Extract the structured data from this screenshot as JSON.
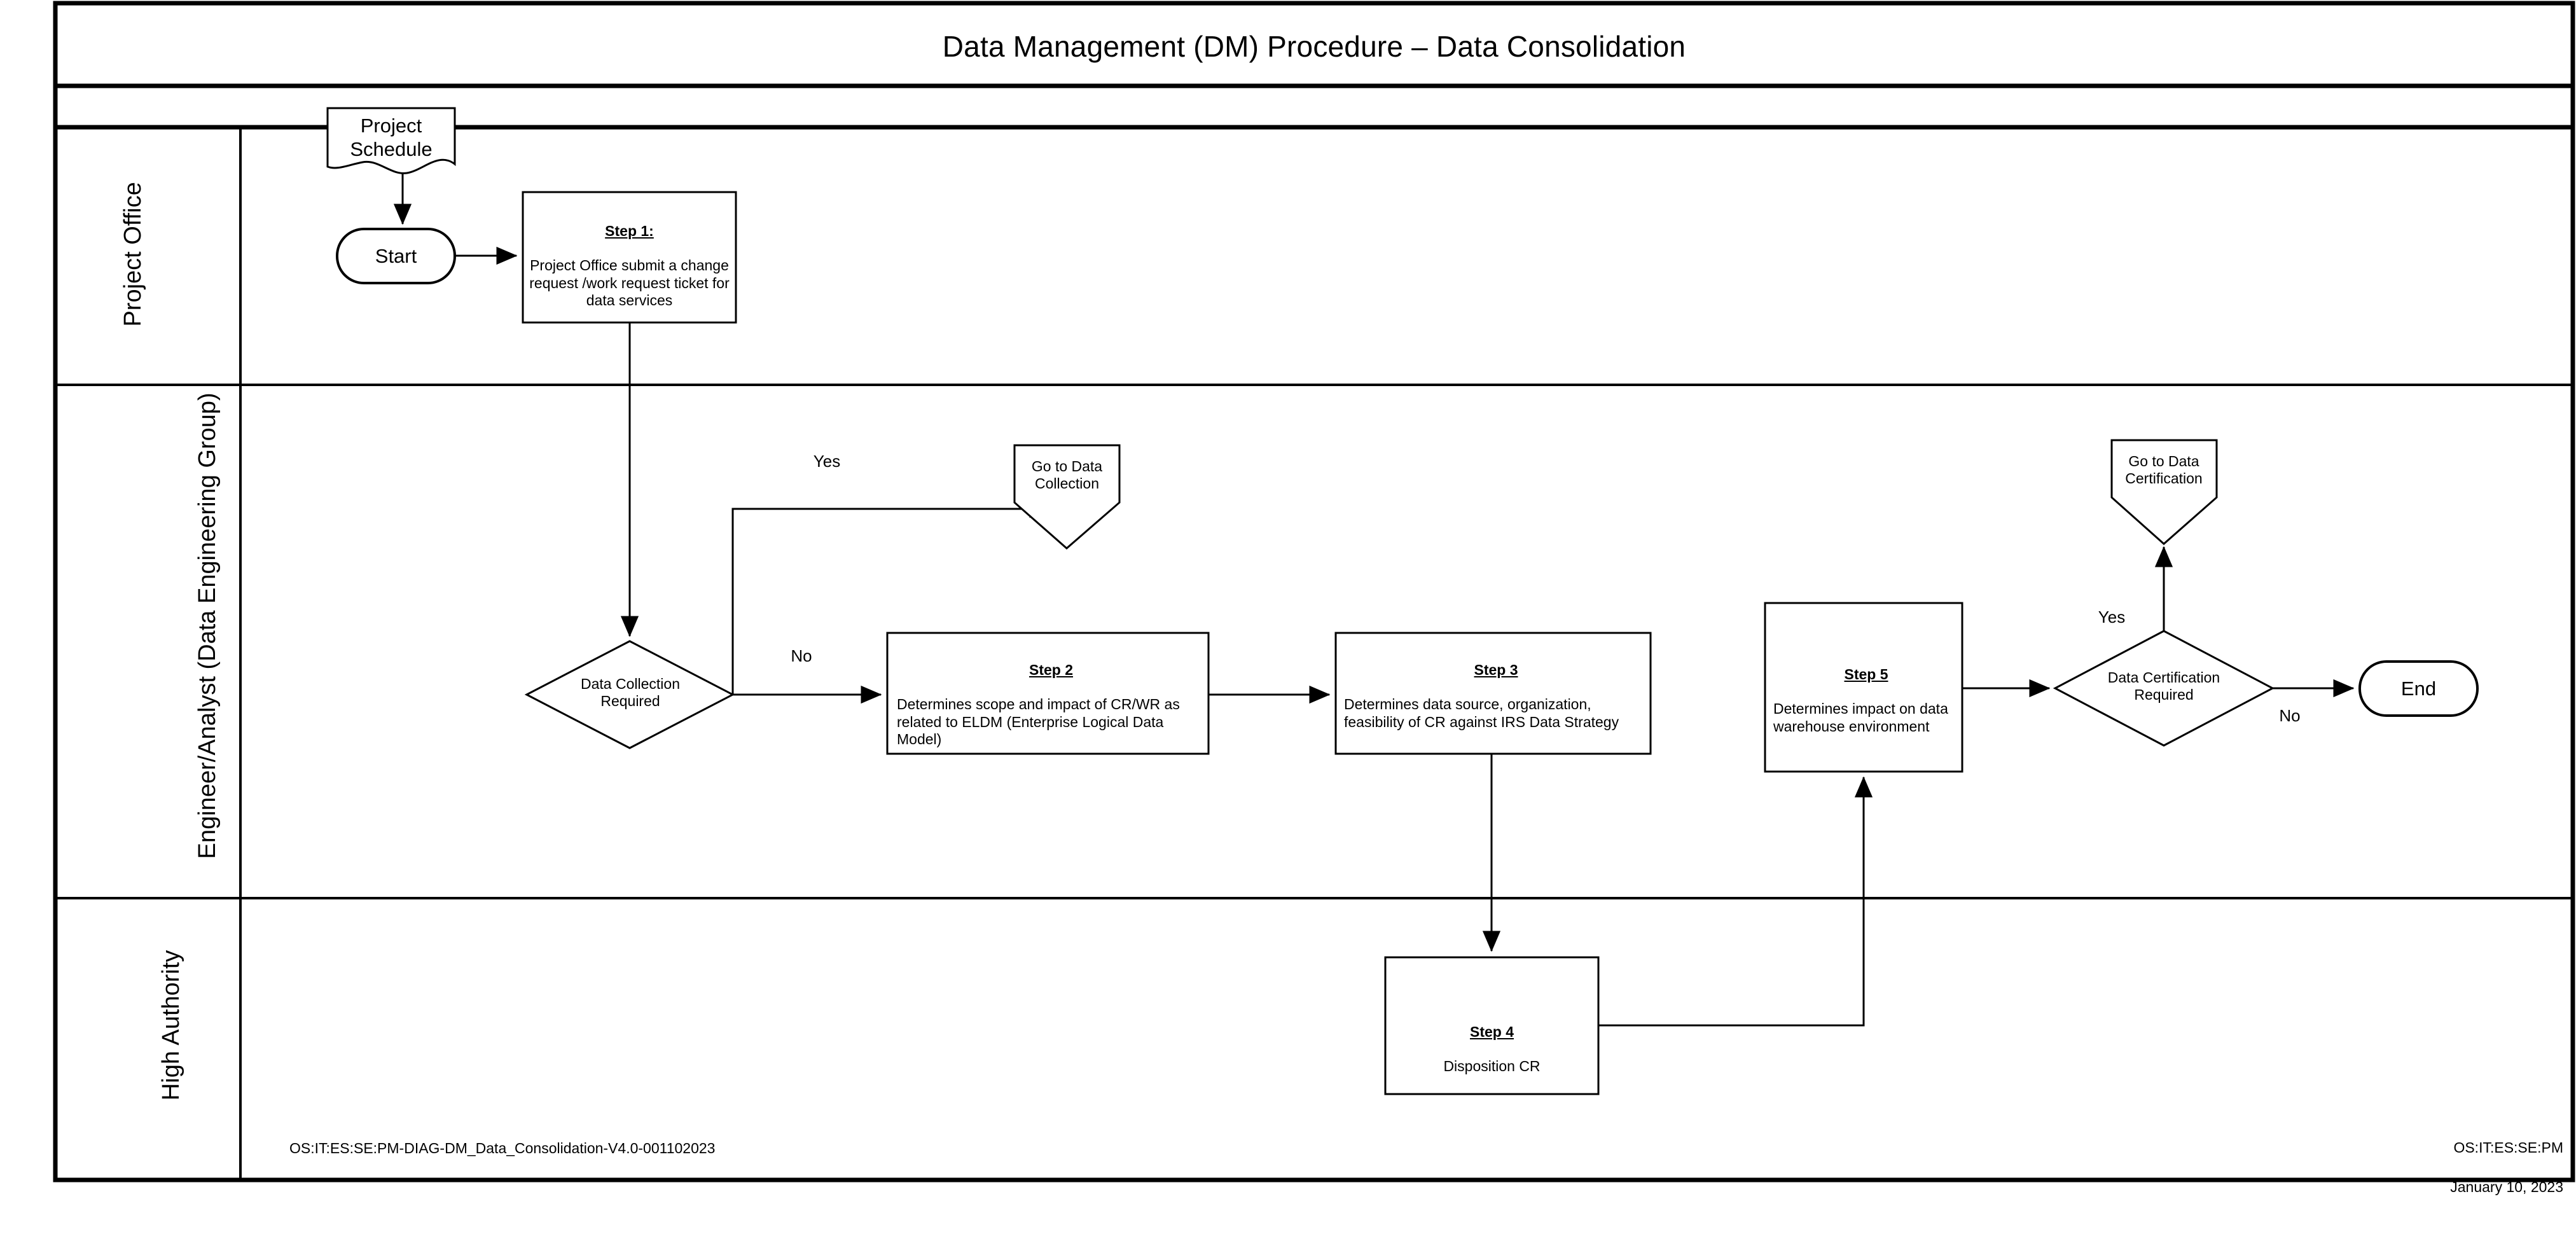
{
  "document": {
    "title": "Data Management (DM) Procedure – Data Consolidation",
    "footer_left": "OS:IT:ES:SE:PM-DIAG-DM_Data_Consolidation-V4.0-001102023",
    "footer_right_line1": "OS:IT:ES:SE:PM",
    "footer_right_line2": "January 10, 2023"
  },
  "lanes": [
    {
      "label": "Project Office"
    },
    {
      "label": "Engineer/Analyst (Data Engineering Group)"
    },
    {
      "label": "High Authority"
    }
  ],
  "nodes": {
    "project_schedule": {
      "label": "Project\nSchedule"
    },
    "start": {
      "label": "Start"
    },
    "step1": {
      "heading": "Step 1:",
      "body": "Project Office submit a change request /work request ticket for data services"
    },
    "decision_data_collection": {
      "label": "Data Collection\nRequired"
    },
    "go_to_data_collection": {
      "label": "Go to Data\nCollection"
    },
    "step2": {
      "heading": "Step 2",
      "body": "Determines scope and impact of CR/WR as related to ELDM (Enterprise Logical Data Model)"
    },
    "step3": {
      "heading": "Step 3",
      "body": "Determines data source, organization, feasibility of CR against IRS Data Strategy"
    },
    "step4": {
      "heading": "Step 4",
      "body": "Disposition CR"
    },
    "step5": {
      "heading": "Step 5",
      "body": "Determines impact on data warehouse environment"
    },
    "decision_data_certification": {
      "label": "Data Certification\nRequired"
    },
    "go_to_data_certification": {
      "label": "Go to Data\nCertification"
    },
    "end": {
      "label": "End"
    }
  },
  "edge_labels": {
    "dc_yes": "Yes",
    "dc_no": "No",
    "cert_yes": "Yes",
    "cert_no": "No"
  },
  "colors": {
    "stroke": "#000000",
    "background": "#ffffff"
  }
}
